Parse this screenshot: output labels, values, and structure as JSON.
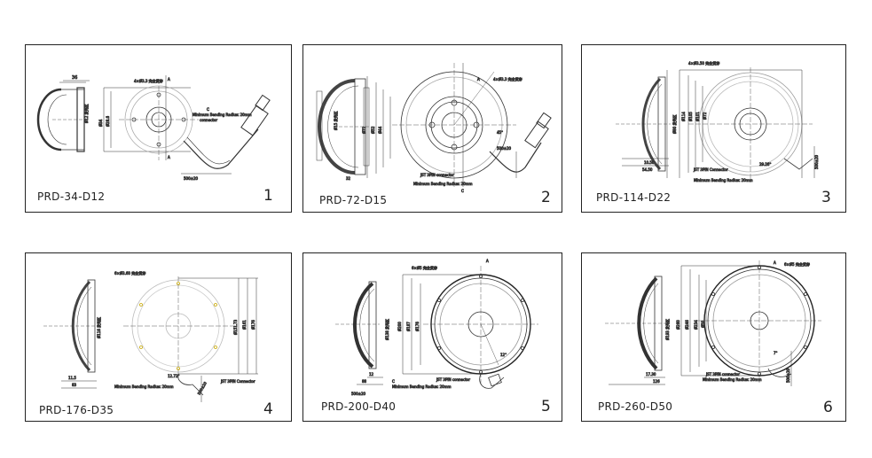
{
  "panels": [
    {
      "model": "PRD-34-D12",
      "number": "1",
      "labels": [
        "36",
        "Ø12 发光区",
        "Ø28.6",
        "Ø34",
        "4×Ø3.3 完全贯穿",
        "Minimum Bending Radius: 20mm",
        "connector",
        "500±20",
        "A",
        "A",
        "C"
      ]
    },
    {
      "model": "PRD-72-D15",
      "number": "2",
      "labels": [
        "Ø15 发光区",
        "Ø44",
        "Ø52",
        "Ø72",
        "4×Ø3.3 完全贯穿",
        "JST 3PIN connector",
        "Minimum Bending Radius: 20mm",
        "500±20",
        "32",
        "A",
        "C",
        "45°"
      ]
    },
    {
      "model": "PRD-114-D22",
      "number": "3",
      "labels": [
        "4×Ø3.50 完全贯穿",
        "Ø80 发光区",
        "Ø114",
        "Ø105",
        "Ø101",
        "Ø72",
        "10.50",
        "54.50",
        "JST 3PIN Connector",
        "Minimum Bending Radius: 20mm",
        "500±20",
        "29.26°"
      ]
    },
    {
      "model": "PRD-176-D35",
      "number": "4",
      "labels": [
        "6×Ø3.60 完全贯穿",
        "Ø116 发光区",
        "Ø151.73",
        "Ø161",
        "Ø176",
        "12.72°",
        "11.5",
        "83",
        "JST 3PIN Connector",
        "Minimum Bending Radius: 20mm",
        "500±20"
      ]
    },
    {
      "model": "PRD-200-D40",
      "number": "5",
      "labels": [
        "6×Ø5 完全贯穿",
        "A",
        "Ø138 发光区",
        "Ø200",
        "Ø187",
        "Ø176",
        "12",
        "88",
        "JST 3PIN connector",
        "Minimum Bending Radius: 20mm",
        "500±20",
        "12°",
        "C"
      ]
    },
    {
      "model": "PRD-260-D50",
      "number": "6",
      "labels": [
        "6×Ø5 完全贯穿",
        "A",
        "Ø193 发光区",
        "Ø260",
        "Ø246",
        "Ø234",
        "Ø50",
        "17.30",
        "126",
        "JST 3PIN connector",
        "Minimum Bending Radius: 20mm",
        "500±20",
        "7°"
      ]
    }
  ]
}
